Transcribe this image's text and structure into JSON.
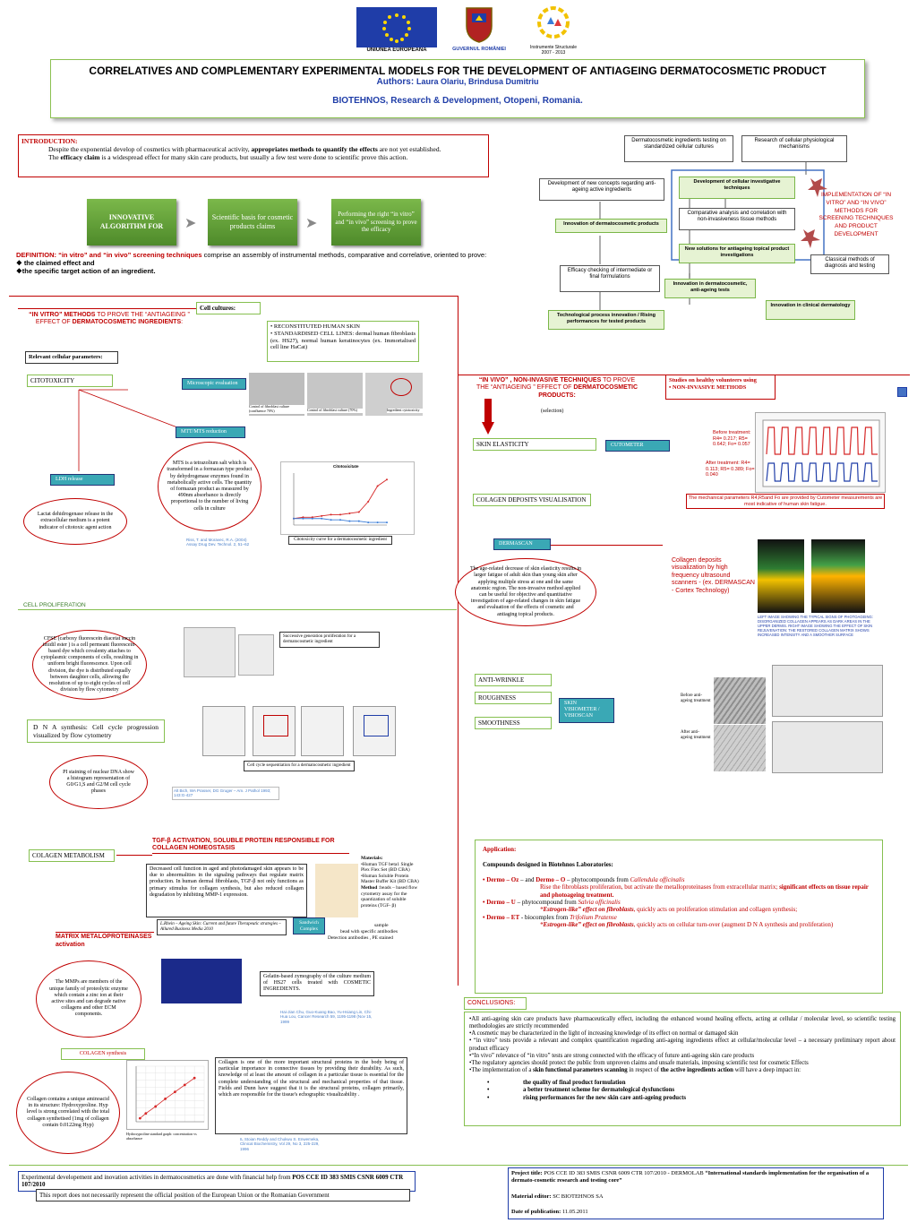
{
  "logos": {
    "eu_label": "UNIUNEA EUROPEANĂ",
    "gov_label": "GUVERNUL ROMÂNIEI",
    "structural_label": "Instrumente Structurale",
    "structural_years": "2007 - 2013"
  },
  "header": {
    "title": "CORRELATIVES AND COMPLEMENTARY EXPERIMENTAL MODELS FOR THE DEVELOPMENT OF ANTIAGEING DERMATOCOSMETIC PRODUCT",
    "authors_label": "Authors:",
    "authors": "Laura Olariu,  Brindusa Dumitriu",
    "affiliation": "BIOTEHNOS, Research & Development, Otopeni, Romania."
  },
  "intro": {
    "heading": "INTRODUCTION:",
    "p1_a": "Despite the exponential develop of cosmetics with pharmaceutical activity, ",
    "p1_b": "appropriates methods to quantify the effects",
    "p1_c": " are not yet established.",
    "p2_a": "The ",
    "p2_b": "efficacy claim",
    "p2_c": " is a widespread effect for many skin care products, but usually a few test were done to scientific prove this action."
  },
  "process": {
    "step1": "INNOVATIVE ALGORITHM FOR",
    "step2": "Scientific basis for cosmetic products claims",
    "step3": "Performing the right “in vitro” and “in vivo” screening to prove the efficacy"
  },
  "definition": {
    "a": "DEFINITION: “in vitro” and “in vivo” screening techniques",
    "b": " comprise an assembly of instrumental methods, comparative and correlative, oriented to prove:",
    "item1": "the claimed effect and",
    "item2": "the specific target action of an ingredient"
  },
  "flow": {
    "concepts": "Dermatocosmetic ingredients testing on standardized cellular cultures",
    "research": "Research of cellular physiological mechanisms",
    "dev_new": "Development of new concepts regarding anti-ageing active ingredients",
    "dev_cell": "Development of cellular investigative techniques",
    "comparative": "Comparative analysis and correlation with non-invasiveness tissue methods",
    "innovation_dermato": "Innovation of dermatocosmetic products",
    "new_solutions": "New solutions for antiageing topical product investigations",
    "classical": "Classical methods of diagnosis and testing",
    "efficacy": "Efficacy checking of intermediate or final formulations",
    "innovation_tests": "Innovation in dermatocosmetic, anti-ageing  tests",
    "innovation_clinical": "Innovation in clinical dermatology",
    "technological": "Technological process innovation / Rising performances for tested products",
    "implementation": "IMPLEMENTATION OF “IN VITRO” AND “IN VIVO” METHODS FOR SCREENING TECHNIQUES AND PRODUCT DEVELOPMENT"
  },
  "invitro": {
    "heading_a": "“IN VITRO” METHODS",
    "heading_b": " TO PROVE THE “ANTIAGEING ” EFFECT OF ",
    "heading_c": "DERMATOCOSMETIC INGREDIENTS",
    "cell_cultures": "Cell cultures:",
    "cc_item1": "RECONSTITUTED HUMAN SKIN",
    "cc_item2": "STANDARDISED CELL LINES:  dermal human fibroblasts (ex. HS27), normal human keratinocytes (ex. Immortalised cell line HaCat)",
    "relevant": "Relevant cellular parameters:",
    "cytotoxicity": "CITOTOXICITY",
    "microscopic": "Microscopic evaluation",
    "micro_cap1": "Control of fibroblast culture (confluence 70%)",
    "micro_cap2": "Control of fibroblast culture (70%)",
    "micro_cap3": "Ingredient cytotoxicity",
    "mtt_btn": "MTT/MTS reduction",
    "mtt_text": "MTS is a tetrazolium salt  which is transformed in a formazan type product by dehydrogenase enzymes found in metabolically active cells. The quantity of formazan product as measured by 490nm absorbance is directly proportional to the number of living cells in culture",
    "ldh_btn": "LDH release",
    "ldh_text": "Lactat dehidrogenase release in the extracellular medium is a potent indicator of citotoxic agent action",
    "chart_caption": "Citotoxicity curve for a dermatocosmetic ingredient",
    "cite1": "Riss, T. and Moravec, R.A. (2004) Assay Drug Dev. Technol. 2, 51–62",
    "cell_prolif": "CELL PROLIFERATION",
    "cfse_text": "CFSE (carboxy fluorescein diacetat succin imidil ester ) is a  cell permeant fluorescein-based dye which covalenty attaches to cytoplasmic components of cells, resulting in uniform bright fluorescence. Upon cell division, the dye is distributed equally between daughter cells, allowing the resolution of up to eight cycles of cell division by flow cytometry",
    "successive": "Successive generation proliferation for a dermatocosmetic ingredient",
    "dna_text": "D N A synthesis: Cell cycle progression visualized by flow cytometry",
    "pi_text": "PI staining of nuclear DNA show  a histogram representation  of G0/G1,S and G2/M cell cycle phases",
    "cellcycle_caption": "Cell cycle sequentiation for a dermatocosmetic ingredient",
    "cite2": "Alt Bich, WA Prasser, DG Gruger – Am. J Pathol 1993; 143:G-427",
    "collagen_metab": "COLAGEN METABOLISM",
    "tgf_heading": "TGF-β ACTIVATION, SOLUBLE PROTEIN RESPONSIBLE FOR COLLAGEN HOMEOSTASIS",
    "tgf_text": "Decreased cell function in aged and photodamaged skin appears to be due to abnormalities in the signaling pathways that regulate matrix production. In human dermal fibroblasts, TGF-β not only functions as primary stimulus for collagen synthesis, but also reduced collagen degradation by inhibiting MMP-1 expression.",
    "tgf_cite": "L.Rhein – Ageing Skin: Current and future Therapeutic strategies – Allured Business Media  2010",
    "materials_title": "Materials:",
    "materials_text": "•Human TGF beta1 Single Plex Flex Set (BD CBA) •Human Soluble Protein Master Buffer Kit (BD CBA)",
    "method_title": "Method",
    "method_text": " :beads – based flow cytometry assay for the quantization of soluble proteins (TGF- β)",
    "sandwich": "Sandwich Complex",
    "sample": "sample",
    "bead_label": "bead with specific antibodies",
    "detection": "Detection antibodies , PE stained",
    "mmp_heading": "MATRIX METALOPROTEINASES activation",
    "mmp_text": "The MMPs are members of the unique family of proteolytic enzyme which contain a zinc ion at their active sites and can degrade native collagens and other ECM components.",
    "gelatin_text": "Gelatin-based zymography of the culture medium of HS27 cells treated with COSMETIC INGREDIENTS.",
    "cite3": "Hai-Jian Chu, Guo-Kuang Bao, Yu-Hsiang Lin, Chi-Hua Lou, Cancer Research 59, 1195-1198 (Nov 15, 1999",
    "collagen_synth": "COLAGEN synthesis",
    "hyp_text": "Collagen contains a unique aminoacid in its structure: Hydroxyproline. Hyp level is strong correlated  with the total collagen synthetised  (1mg of collagen contain 0.0122mg Hyp)",
    "collagen_text": "Collagen is one of the more important structural proteins in the body being of particular importance in connective tissues by providing their durability. As such, knowledge of at least the amount of collagen in a particular tissue is essential for the complete  understanding of the structural and mechanical properties of that tissue. Fields and Dunn have suggest that it is the structural proteins, collagen primarily, which are responsible for the tissue's echographic visualizability .",
    "hyp_chart_caption": "Hydroxyproline standard graph: concentration vs absorbance",
    "cite4": "IL Stoian Reddy and Chukwu S. Enwemeka, Clinical Biochemistry, Vol 29, No 3, 225-229, 1996"
  },
  "invivo": {
    "heading_a": "“IN VIVO” , NON-INVASIVE TECHNIQUES",
    "heading_b": " TO PROVE THE “ANTIAGEING ” EFFECT OF ",
    "heading_c": "DERMATOCOSMETIC PRODUCTS:",
    "selection": "(selection)",
    "studies": "Studies on healthy volunteers using",
    "noninvasive": "NON-INVASIVE METHODS",
    "skin_elasticity": "SKIN ELASTICITY",
    "cutometer": "CUTOMETER",
    "before": "Before treatment:",
    "before_vals": "R4= 0.217; R5= 0.642; Fo= 0.057",
    "after": "After treatment: R4= 0.113; R5= 0.389; Fo= 0.040",
    "mech_params": "The mechanical parameters R4,R5and Fo are provided by Cutometer measurements are most indicative of human skin fatigue.",
    "collagen_deposits": "COLAGEN DEPOSITS VISUALISATION",
    "dermascan": "DERMASCAN",
    "aged_text": "The age-related decrease of skin elasticity results in larger fatigue of adult skin than young skin after applying multiple stress at one and the same anatomic region. The non-invasive method applied can be useful for objective and quantitative investigation of age-related changes in skin fatigue and evaluation of the effects of cosmetic and antiaging topical products.",
    "coll_vis": "Collagen deposits visualization by high frequency ultrasound scanners - (ex. DERMASCAN - Cortex Technology)",
    "derma_caption": "LEFT IMAGE SHOWING THE TYPICAL SIGNS OF PHOTOAGEING: DISORGANIZED COLLAGEN APPEARS AS DARK AREAS IN THE UPPER DERMIS. RIGHT IMAGE SHOWING THE EFFECT OF SKIN REJUVENATION: THE RESTORED COLLAGEN MATRIX SHOWS INCREASED INTENSITY AND A SMOOTHER SURFACE",
    "anti_wrinkle": "ANTI-WRINKLE",
    "roughness": "ROUGHNESS",
    "smoothness": "SMOOTHNESS",
    "visiometer": "SKIN VISIOMETER / VISIOSCAN",
    "before_anti": "Before anti-ageing treatment",
    "after_anti": "After anti-ageing treatment"
  },
  "application": {
    "title": "Application:",
    "compounds": "Compounds designed in Biotehnos Laboratories:",
    "oz_a": "• Dermo – Oz",
    "oz_b": " – and ",
    "oz_c": "Dermo – O",
    "oz_d": " – phytocompounds from ",
    "oz_e": "Callendula officinalis",
    "oz_sub_a": "Rise the fibroblasts proliferation, but activate the metalloproteinases from extracellular matrix; ",
    "oz_sub_b": "significant effects on tissue repair and photoageing treatment.",
    "u_a": "• Dermo – U",
    "u_b": " – phytocompound from ",
    "u_c": "Salvia officinalis",
    "u_sub_a": "“Estrogen-like” effect on fibroblasts",
    "u_sub_b": ", quickly acts on proliferation stimulation and collagen synthesis;",
    "et_a": "• Dermo – ET",
    "et_b": " - biocomplex from ",
    "et_c": "Trifolium Pratense",
    "et_sub_a": "“Estrogen-like” effect on fibroblasts",
    "et_sub_b": ", quickly acts on cellular turn-over (augment D N A synthesis and proliferation)"
  },
  "conclusions": {
    "title": "CONCLUSIONS:",
    "c1": "•All anti-ageing skin care products have pharmaceutically effect, including the enhanced wound healing effects, acting at cellular / molecular level, so scientific testing methodologies are strictly recommended",
    "c2": "•A cosmetic may be characterized in the light of increasing knowledge of its effect on normal or damaged skin",
    "c3": "• “in vitro” tests provide a relevant and complex quantification regarding anti-ageing ingredients effect at cellular/molecular level – a necessary preliminary report about product efficacy",
    "c4": "•“In vivo” relevance of  “in vitro” tests are strong connected with the efficacy of future anti-ageing skin care products",
    "c5": "•The regulatory agencies should protect the public from unproven claims and unsafe materials, imposing scientific test for cosmetic Effects",
    "c6_a": "•The implementation of a ",
    "c6_b": "skin functional parameters scanning",
    "c6_c": " in respect of ",
    "c6_d": "the active ingredients action",
    "c6_e": " will have a deep impact in:",
    "b1": "the quality of final product formulation",
    "b2": "a better treatment scheme for dermatological dysfunctions",
    "b3": "rising performances for the new skin care anti-ageing products"
  },
  "footer": {
    "funding_a": "Experimental developement and inovation activities in dermatocosmetics are done with financial help  from ",
    "funding_b": "POS CCE ID 383 SMIS CSNR 6009 CTR 107/2010",
    "disclaimer": "This report does not necessarily represent the official position of the European Union or the Romanian Government",
    "project_label": "Project title:",
    "project_a": " POS CCE ID 383 SMIS CSNR 6009 CTR 107/2010 - DERMOLAB ",
    "project_b": "“International standards implementation for the organisation of a dermato-cosmetic research and testing core”",
    "editor_label": "Material editor:",
    "editor": " SC BIOTEHNOS SA",
    "date_label": "Date of publication:",
    "date": " 11.05.2011"
  },
  "chart_data": [
    {
      "type": "line",
      "title": "Citotoxicitate",
      "series": [
        {
          "name": "",
          "values": [
            0.05,
            0.06,
            0.06,
            0.07,
            0.08,
            0.08,
            0.09,
            0.1,
            0.18,
            0.3,
            0.35
          ]
        },
        {
          "name": "",
          "values": [
            0.05,
            0.05,
            0.05,
            0.05,
            0.04,
            0.04,
            0.03,
            0.03,
            0.02,
            0.02,
            0.02
          ]
        }
      ],
      "ylim": [
        0,
        0.4
      ]
    },
    {
      "type": "scatter",
      "x": [
        0.02,
        0.05,
        0.1,
        0.15,
        0.2,
        0.25,
        0.3
      ],
      "y": [
        0.05,
        0.12,
        0.22,
        0.33,
        0.43,
        0.53,
        0.63
      ],
      "xlim": [
        0,
        0.35
      ],
      "ylim": [
        0,
        0.8
      ]
    }
  ]
}
